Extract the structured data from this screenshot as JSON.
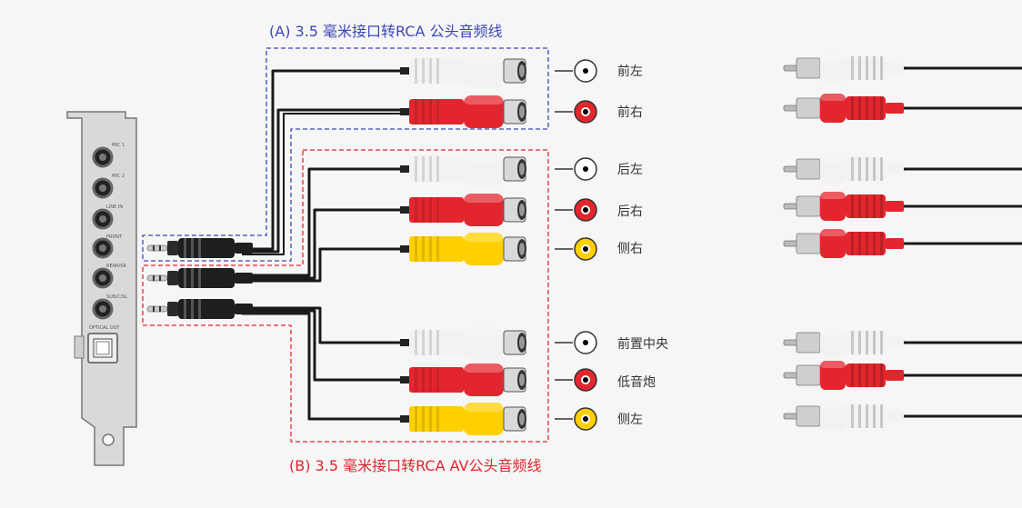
{
  "titles": {
    "group_a": "(A)  3.5 毫米接口转RCA 公头音频线",
    "group_b": "(B)  3.5 毫米接口转RCA AV公头音频线"
  },
  "card": {
    "ports": [
      "MIC 1",
      "MIC 2",
      "LINE IN",
      "FRONT",
      "REAR/SR",
      "SUB/C/SL"
    ],
    "optical_label": "OPTICAL OUT"
  },
  "labels": {
    "front_left": "前左",
    "front_right": "前右",
    "rear_left": "后左",
    "rear_right": "后右",
    "side_right": "侧右",
    "front_center": "前置中央",
    "subwoofer": "低音炮",
    "side_left": "侧左"
  },
  "colors": {
    "group_a_border": "#3b47b8",
    "group_b_border": "#e0262d",
    "white_plug": "#f2f2f2",
    "red_plug": "#e3262e",
    "yellow_plug": "#ffd000",
    "cable": "#1a1a1a"
  }
}
